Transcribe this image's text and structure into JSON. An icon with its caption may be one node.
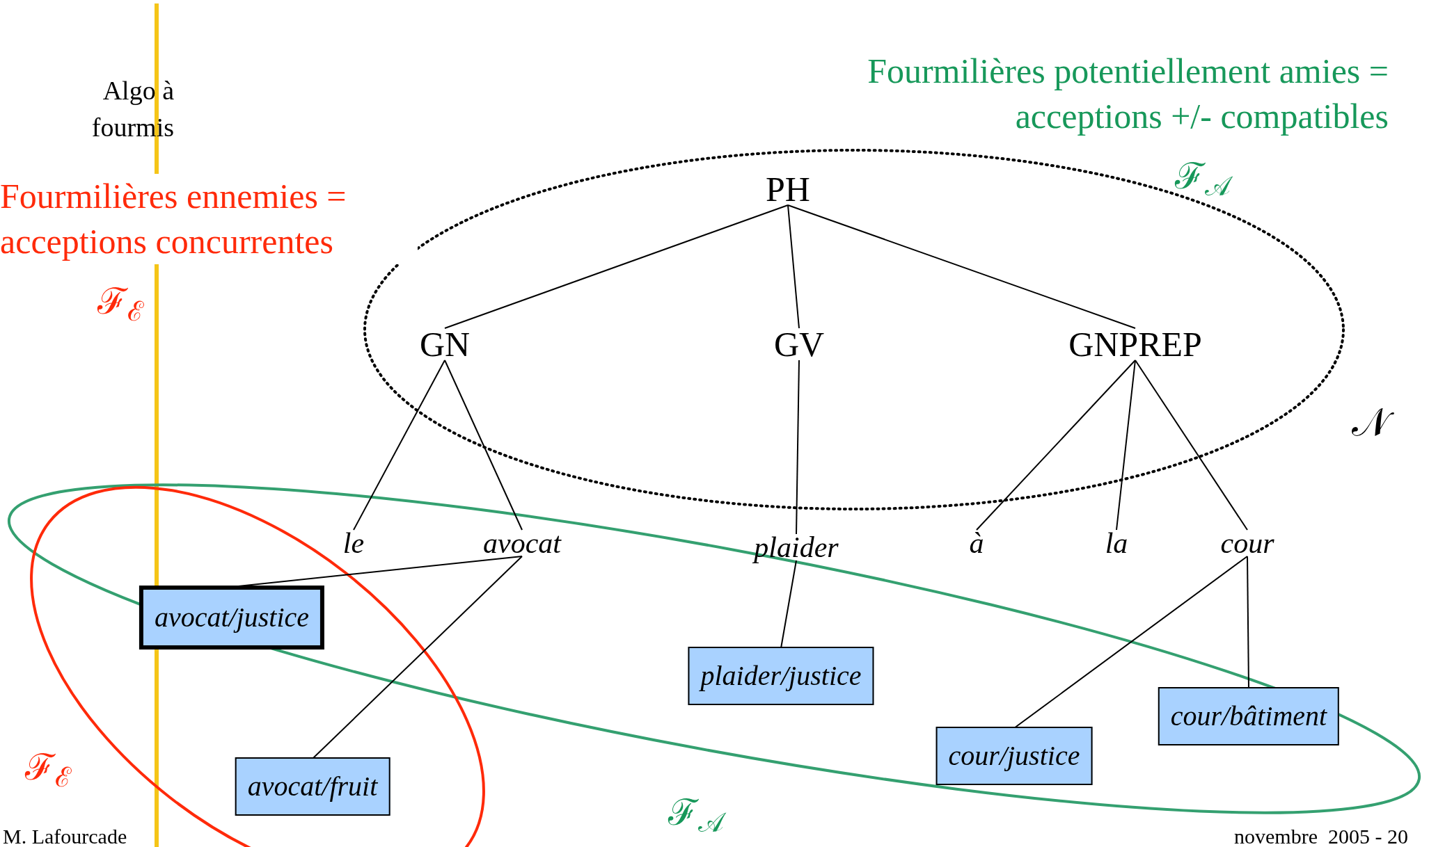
{
  "diagram": {
    "nodes": [
      {
        "text": [
          "PH"
        ]
      },
      {
        "text": [
          "GN"
        ]
      },
      {
        "text": [
          "GV"
        ]
      },
      {
        "text": [
          "GNPREP"
        ]
      },
      {
        "text": [
          "le"
        ]
      },
      {
        "text": [
          "avocat"
        ]
      },
      {
        "text": [
          "plaider"
        ]
      },
      {
        "text": [
          "à"
        ]
      },
      {
        "text": [
          "la"
        ]
      },
      {
        "text": [
          "cour"
        ]
      },
      {
        "text": [
          "avocat/justice"
        ]
      },
      {
        "text": [
          "avocat/fruit"
        ]
      },
      {
        "text": [
          "plaider/justice"
        ]
      },
      {
        "text": [
          "cour/justice"
        ]
      },
      {
        "text": [
          "cour/bâtiment"
        ]
      }
    ],
    "edges": [
      {
        "from": 0,
        "to": 1,
        "arrow": "none"
      },
      {
        "from": 0,
        "to": 2,
        "arrow": "none"
      },
      {
        "from": 0,
        "to": 3,
        "arrow": "none"
      },
      {
        "from": 1,
        "to": 4,
        "arrow": "none"
      },
      {
        "from": 1,
        "to": 5,
        "arrow": "none"
      },
      {
        "from": 2,
        "to": 6,
        "arrow": "none"
      },
      {
        "from": 3,
        "to": 7,
        "arrow": "none"
      },
      {
        "from": 3,
        "to": 8,
        "arrow": "none"
      },
      {
        "from": 3,
        "to": 9,
        "arrow": "none"
      },
      {
        "from": 5,
        "to": 10,
        "arrow": "none"
      },
      {
        "from": 5,
        "to": 11,
        "arrow": "none"
      },
      {
        "from": 6,
        "to": 12,
        "arrow": "none"
      },
      {
        "from": 9,
        "to": 13,
        "arrow": "none"
      },
      {
        "from": 9,
        "to": 14,
        "arrow": "none"
      }
    ],
    "labels": [
      "Fourmilières potentiellement amies = acceptions +/- compatibles",
      "Algo à fourmis",
      "ℱ$_{𝒜}$",
      "Fourmilières ennemies = acceptions concurrentes",
      "ℱ$_{ℰ}$",
      "𝒩",
      "ℱ$_{ℰ}$",
      "ℱ$_{𝒜}$",
      "M. Lafourcade",
      "novembre  2005 - 20"
    ]
  }
}
